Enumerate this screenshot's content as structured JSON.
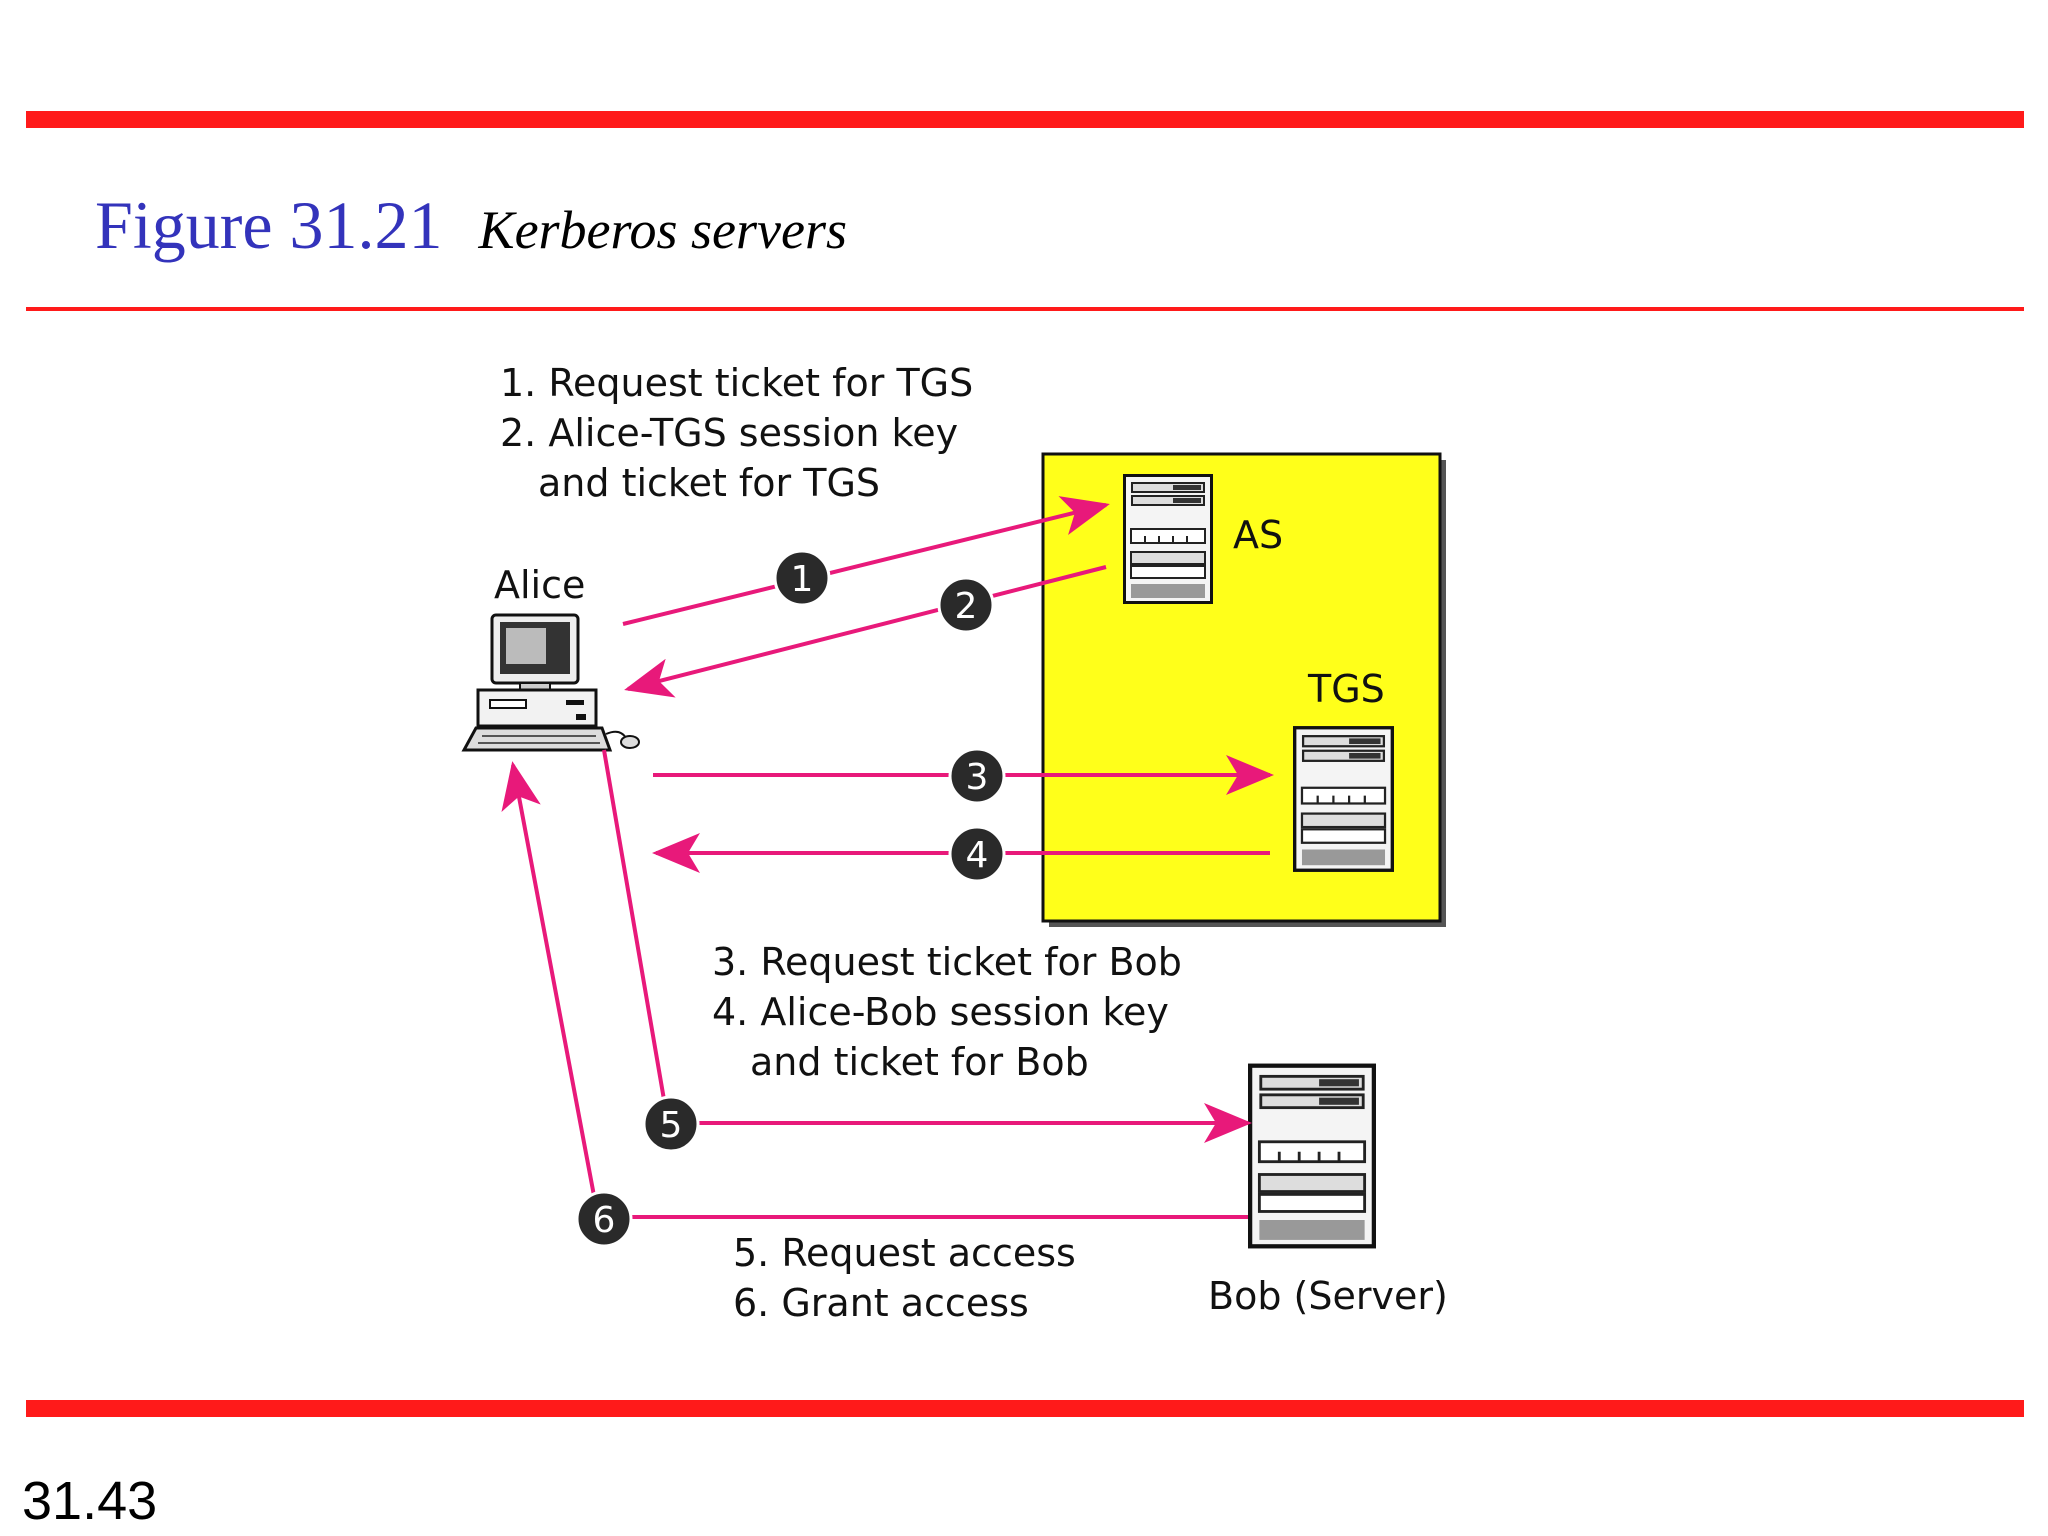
{
  "colors": {
    "rule": "#ff1a1a",
    "title_number": "#3333bb",
    "server_zone": "#ffff1a",
    "arrow": "#e8197a",
    "badge": "#2a2a2a"
  },
  "header": {
    "figure_number": "Figure 31.21",
    "figure_title": "Kerberos servers"
  },
  "nodes": {
    "client": "Alice",
    "as": "AS",
    "tgs": "TGS",
    "server": "Bob (Server)"
  },
  "notes": {
    "as_exchange": [
      "1. Request ticket for TGS",
      "2. Alice-TGS session key",
      "and ticket for TGS"
    ],
    "tgs_exchange": [
      "3. Request ticket for Bob",
      "4. Alice-Bob session key",
      "and ticket for Bob"
    ],
    "server_exchange": [
      "5. Request access",
      "6. Grant access"
    ]
  },
  "steps": [
    {
      "number": "1",
      "from": "Alice",
      "to": "AS"
    },
    {
      "number": "2",
      "from": "AS",
      "to": "Alice"
    },
    {
      "number": "3",
      "from": "Alice",
      "to": "TGS"
    },
    {
      "number": "4",
      "from": "TGS",
      "to": "Alice"
    },
    {
      "number": "5",
      "from": "Alice",
      "to": "Bob (Server)"
    },
    {
      "number": "6",
      "from": "Bob (Server)",
      "to": "Alice"
    }
  ],
  "icons": {
    "client": "computer-icon",
    "server": "server-icon"
  },
  "footer": {
    "page_number": "31.43"
  }
}
